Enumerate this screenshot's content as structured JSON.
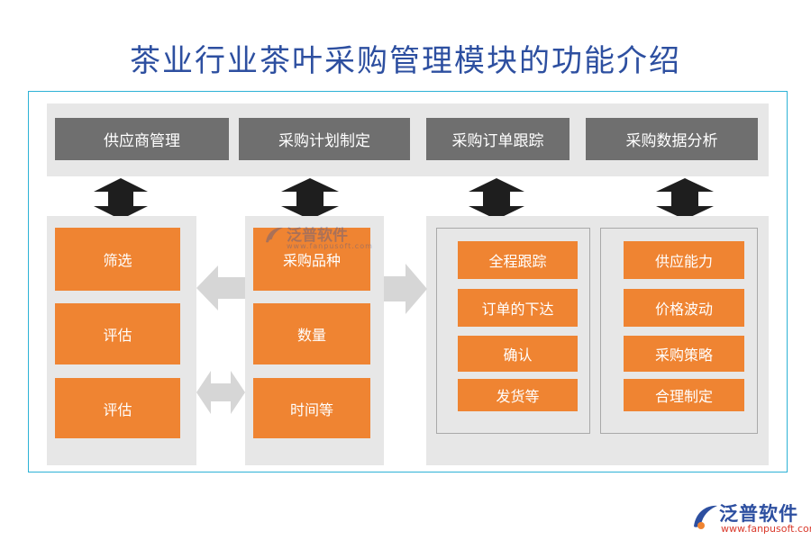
{
  "title": "茶业行业茶叶采购管理模块的功能介绍",
  "modules": [
    "供应商管理",
    "采购计划制定",
    "采购订单跟踪",
    "采购数据分析"
  ],
  "supplier_items": [
    "筛选",
    "评估",
    "评估"
  ],
  "plan_items": [
    "采购品种",
    "数量",
    "时间等"
  ],
  "tracking_items": [
    "全程跟踪",
    "订单的下达",
    "确认",
    "发货等"
  ],
  "analysis_items": [
    "供应能力",
    "价格波动",
    "采购策略",
    "合理制定"
  ],
  "watermark": {
    "name": "泛普软件",
    "url": "www.fanpusoft.com"
  },
  "logo": {
    "name": "泛普软件",
    "url": "www.fanpusoft.com"
  },
  "colors": {
    "title": "#2d4fa0",
    "tab": "#6f6f6f",
    "box": "#ef8432",
    "panel": "#e7e7e7",
    "frame": "#2db2d6",
    "arrow_dark": "#1e1e1e",
    "arrow_light": "#d6d6d6"
  }
}
